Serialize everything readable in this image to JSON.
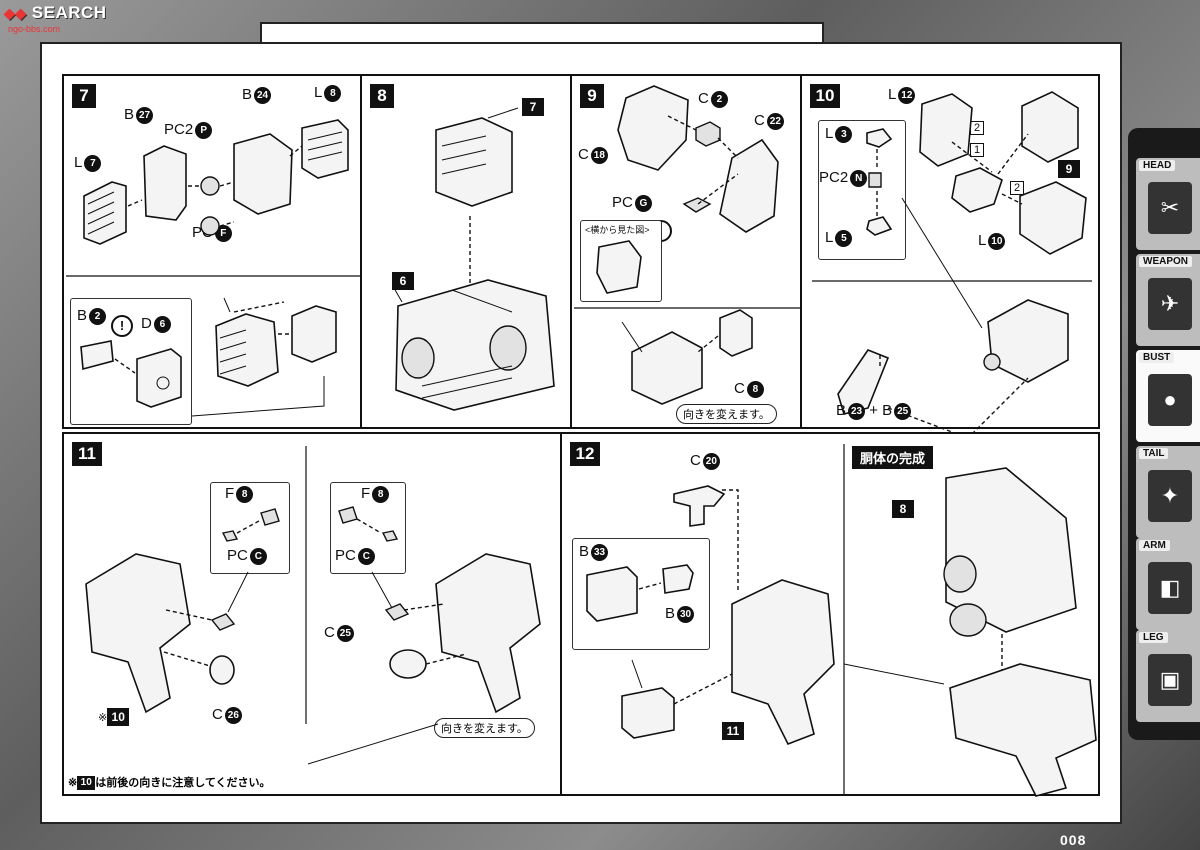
{
  "watermark": {
    "text": "SEARCH",
    "url": "ngo-bbs.com"
  },
  "steps": {
    "s7": "7",
    "s8": "8",
    "s9": "9",
    "s10": "10",
    "s11": "11",
    "s12": "12"
  },
  "panel7": {
    "b27": "B",
    "b27n": "27",
    "pc2p": "PC2",
    "pc2pn": "P",
    "b24": "B",
    "b24n": "24",
    "l8": "L",
    "l8n": "8",
    "l7": "L",
    "l7n": "7",
    "pcf": "PC",
    "pcfn": "F",
    "b2": "B",
    "b2n": "2",
    "d6": "D",
    "d6n": "6",
    "warn": "!"
  },
  "panel8": {
    "ref7": "7",
    "ref6": "6"
  },
  "panel9": {
    "c2": "C",
    "c2n": "2",
    "c18": "C",
    "c18n": "18",
    "c22": "C",
    "c22n": "22",
    "pcg": "PC",
    "pcgn": "G",
    "side_view": "<横から見た図>",
    "warn": "!",
    "c8": "C",
    "c8n": "8",
    "turn": "向きを変えます。"
  },
  "panel10": {
    "l12": "L",
    "l12n": "12",
    "l3": "L",
    "l3n": "3",
    "pc2n": "PC2",
    "pc2nn": "N",
    "l5": "L",
    "l5n": "5",
    "l10": "L",
    "l10n": "10",
    "ref9": "9",
    "order1": "1",
    "order2a": "2",
    "order2b": "2",
    "b23": "B",
    "b23n": "23",
    "plus": "+",
    "b25": "B",
    "b25n": "25"
  },
  "panel11": {
    "f8a": "F",
    "f8an": "8",
    "pcca": "PC",
    "pccan": "C",
    "f8b": "F",
    "f8bn": "8",
    "pccb": "PC",
    "pccbn": "C",
    "c25": "C",
    "c25n": "25",
    "c26": "C",
    "c26n": "26",
    "ref10": "10",
    "asterisk": "※",
    "turn": "向きを変えます。",
    "footnote_mark": "※",
    "footnote_num": "10",
    "footnote_text": "は前後の向きに注意してください。"
  },
  "panel12": {
    "c20": "C",
    "c20n": "20",
    "b33": "B",
    "b33n": "33",
    "b30": "B",
    "b30n": "30",
    "ref11": "11",
    "complete": "胴体の完成",
    "ref8": "8"
  },
  "sidebar": {
    "tabs": [
      {
        "label": "HEAD",
        "icon": "✂"
      },
      {
        "label": "WEAPON",
        "icon": "✈"
      },
      {
        "label": "BUST",
        "icon": "●"
      },
      {
        "label": "TAIL",
        "icon": "✦"
      },
      {
        "label": "ARM",
        "icon": "◧"
      },
      {
        "label": "LEG",
        "icon": "▣"
      }
    ]
  },
  "page_number": "008"
}
